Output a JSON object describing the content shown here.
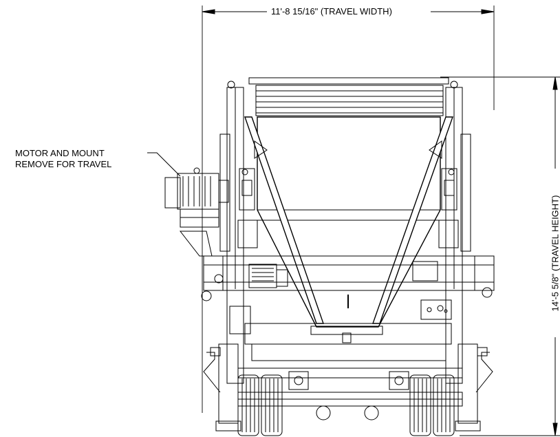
{
  "dimensions": {
    "travel_width": "11'-8 15/16\" (TRAVEL WIDTH)",
    "travel_height": "14'-5 5/8\" (TRAVEL HEIGHT)"
  },
  "callout": {
    "line1": "MOTOR AND MOUNT",
    "line2": "REMOVE FOR TRAVEL"
  }
}
